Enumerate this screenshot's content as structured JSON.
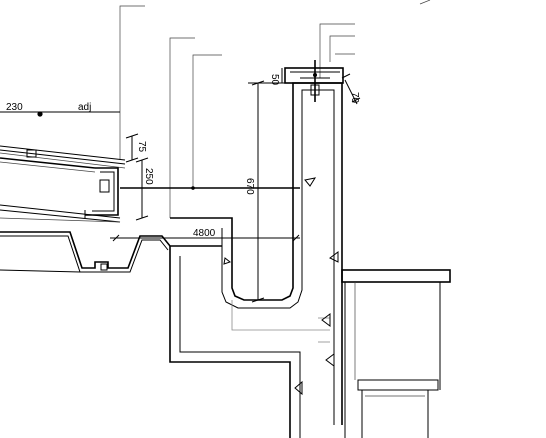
{
  "dimensions": {
    "d230": "230",
    "adj": "adj",
    "d75": "75",
    "d250": "250",
    "d670": "670",
    "d4800": "4800",
    "d50": "50",
    "d70": "70"
  }
}
